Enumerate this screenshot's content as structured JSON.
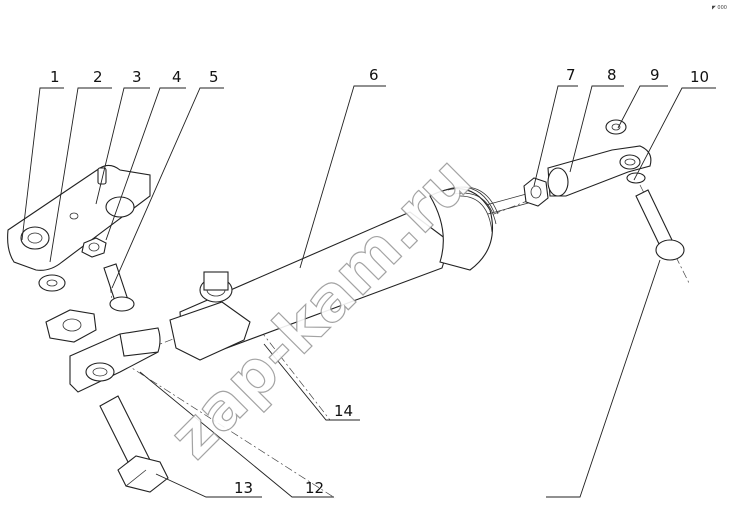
{
  "watermark": "zap-kam.ru",
  "corner_mark": "◤ 000",
  "callouts": [
    "1",
    "2",
    "3",
    "4",
    "5",
    "6",
    "7",
    "8",
    "9",
    "10",
    "14",
    "13",
    "12"
  ]
}
